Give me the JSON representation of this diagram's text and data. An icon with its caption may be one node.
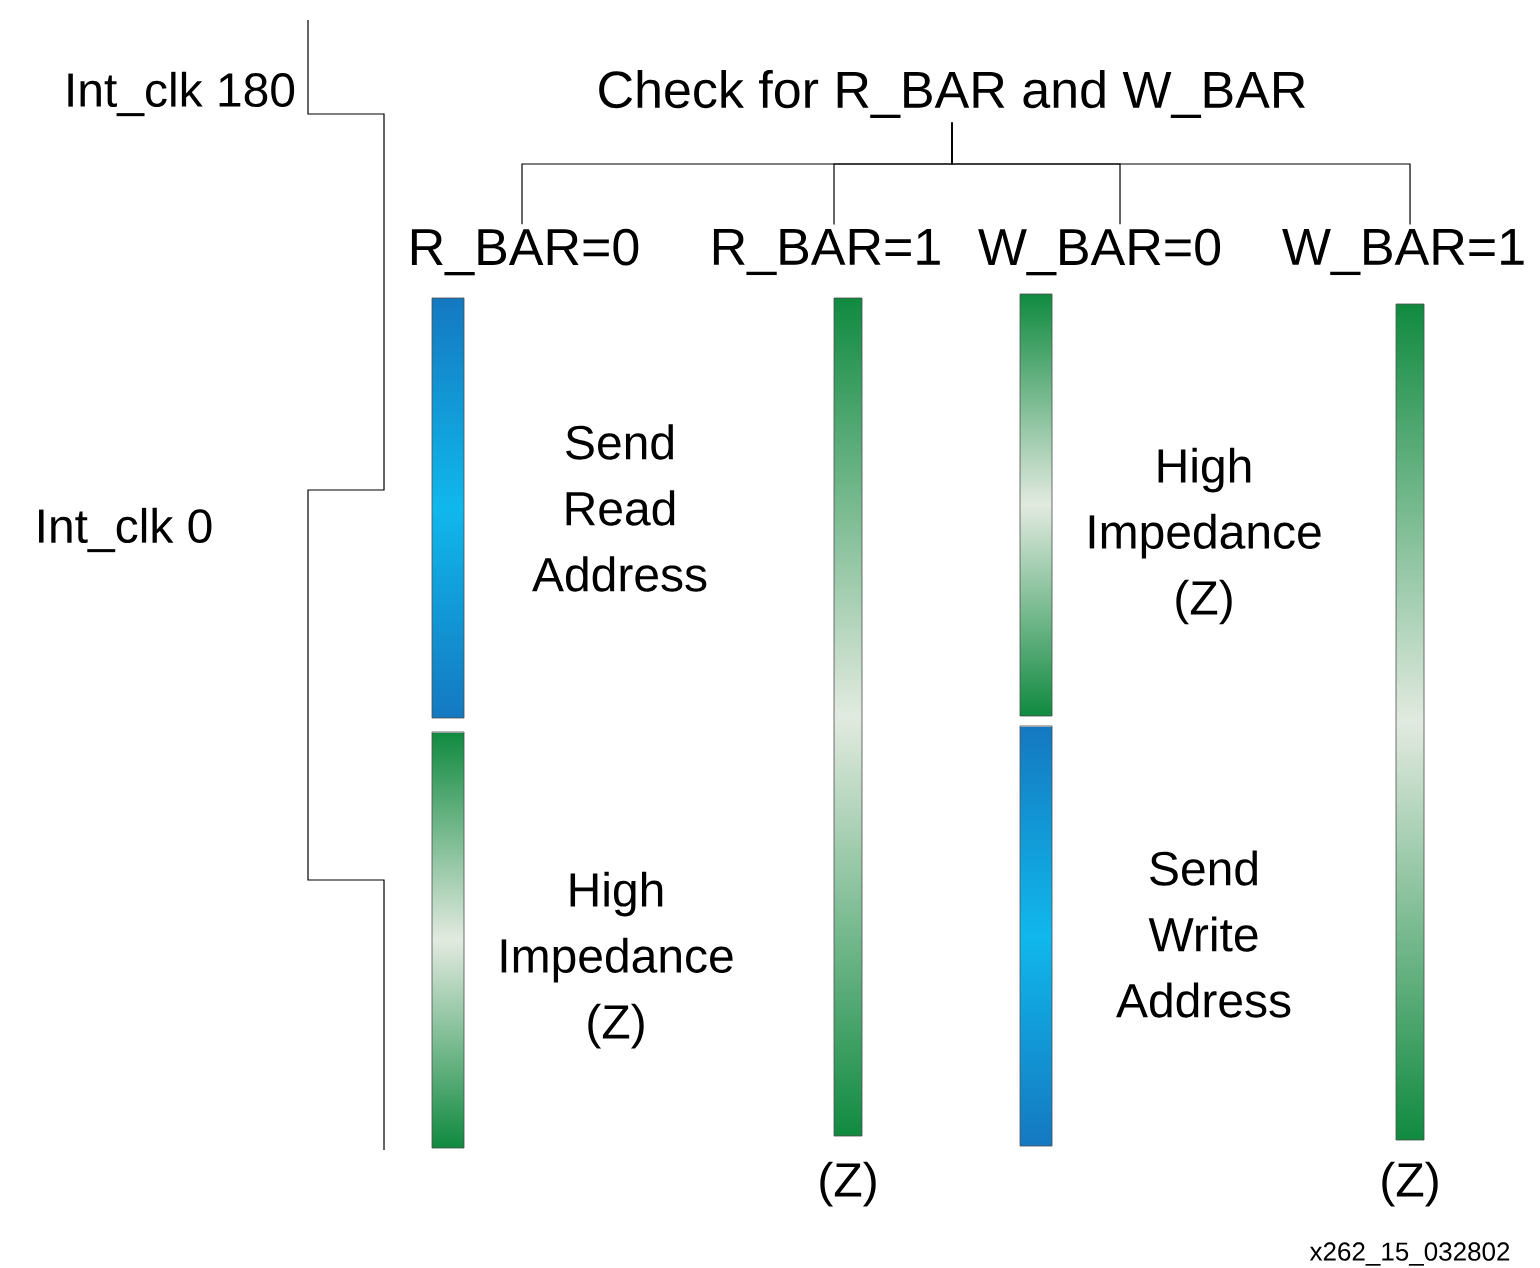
{
  "diagram": {
    "nodes": [
      {
        "text": [
          "Check for R_BAR and W_BAR"
        ]
      },
      {
        "text": [
          "R_BAR=0"
        ]
      },
      {
        "text": [
          "R_BAR=1"
        ]
      },
      {
        "text": [
          "W_BAR=0"
        ]
      },
      {
        "text": [
          "W_BAR=1"
        ]
      },
      {
        "text": [],
        "shape": "bar",
        "beside": [
          "Send Read Address"
        ]
      },
      {
        "text": [],
        "shape": "bar",
        "beside": [
          "High Impedance (Z)"
        ]
      },
      {
        "text": [],
        "shape": "bar",
        "beside": [
          "(Z)"
        ]
      },
      {
        "text": [],
        "shape": "bar",
        "beside": [
          "High Impedance (Z)"
        ]
      },
      {
        "text": [],
        "shape": "bar",
        "beside": [
          "Send Write Address"
        ]
      },
      {
        "text": [],
        "shape": "bar",
        "beside": [
          "(Z)"
        ]
      }
    ],
    "edges": [
      {
        "from": 0,
        "to": 1,
        "arrow": "none"
      },
      {
        "from": 0,
        "to": 2,
        "arrow": "none"
      },
      {
        "from": 0,
        "to": 3,
        "arrow": "none"
      },
      {
        "from": 0,
        "to": 4,
        "arrow": "none"
      }
    ],
    "labels": [
      "Int_clk 180",
      "Int_clk 0",
      "x262_15_032802"
    ]
  }
}
